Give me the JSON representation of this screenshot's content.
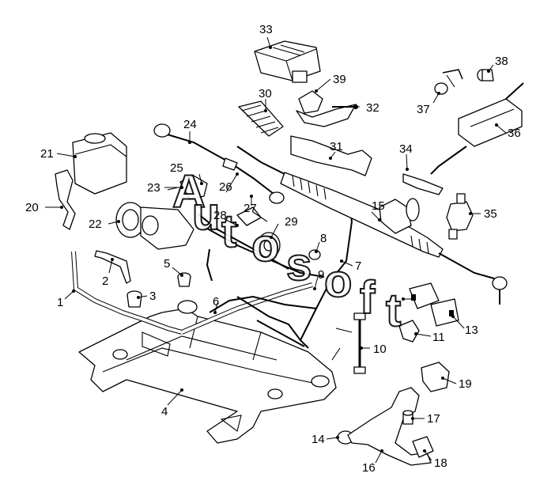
{
  "diagram": {
    "watermark": [
      "A",
      "u",
      "t",
      "o",
      "s",
      "o",
      "f",
      "t"
    ],
    "callouts": [
      "1",
      "2",
      "3",
      "4",
      "5",
      "6",
      "7",
      "8",
      "9",
      "10",
      "11",
      "13",
      "14",
      "15",
      "16",
      "17",
      "18",
      "19",
      "20",
      "21",
      "22",
      "23",
      "24",
      "25",
      "26",
      "27",
      "28",
      "29",
      "30",
      "31",
      "32",
      "33",
      "34",
      "35",
      "36",
      "37",
      "38",
      "39"
    ]
  }
}
